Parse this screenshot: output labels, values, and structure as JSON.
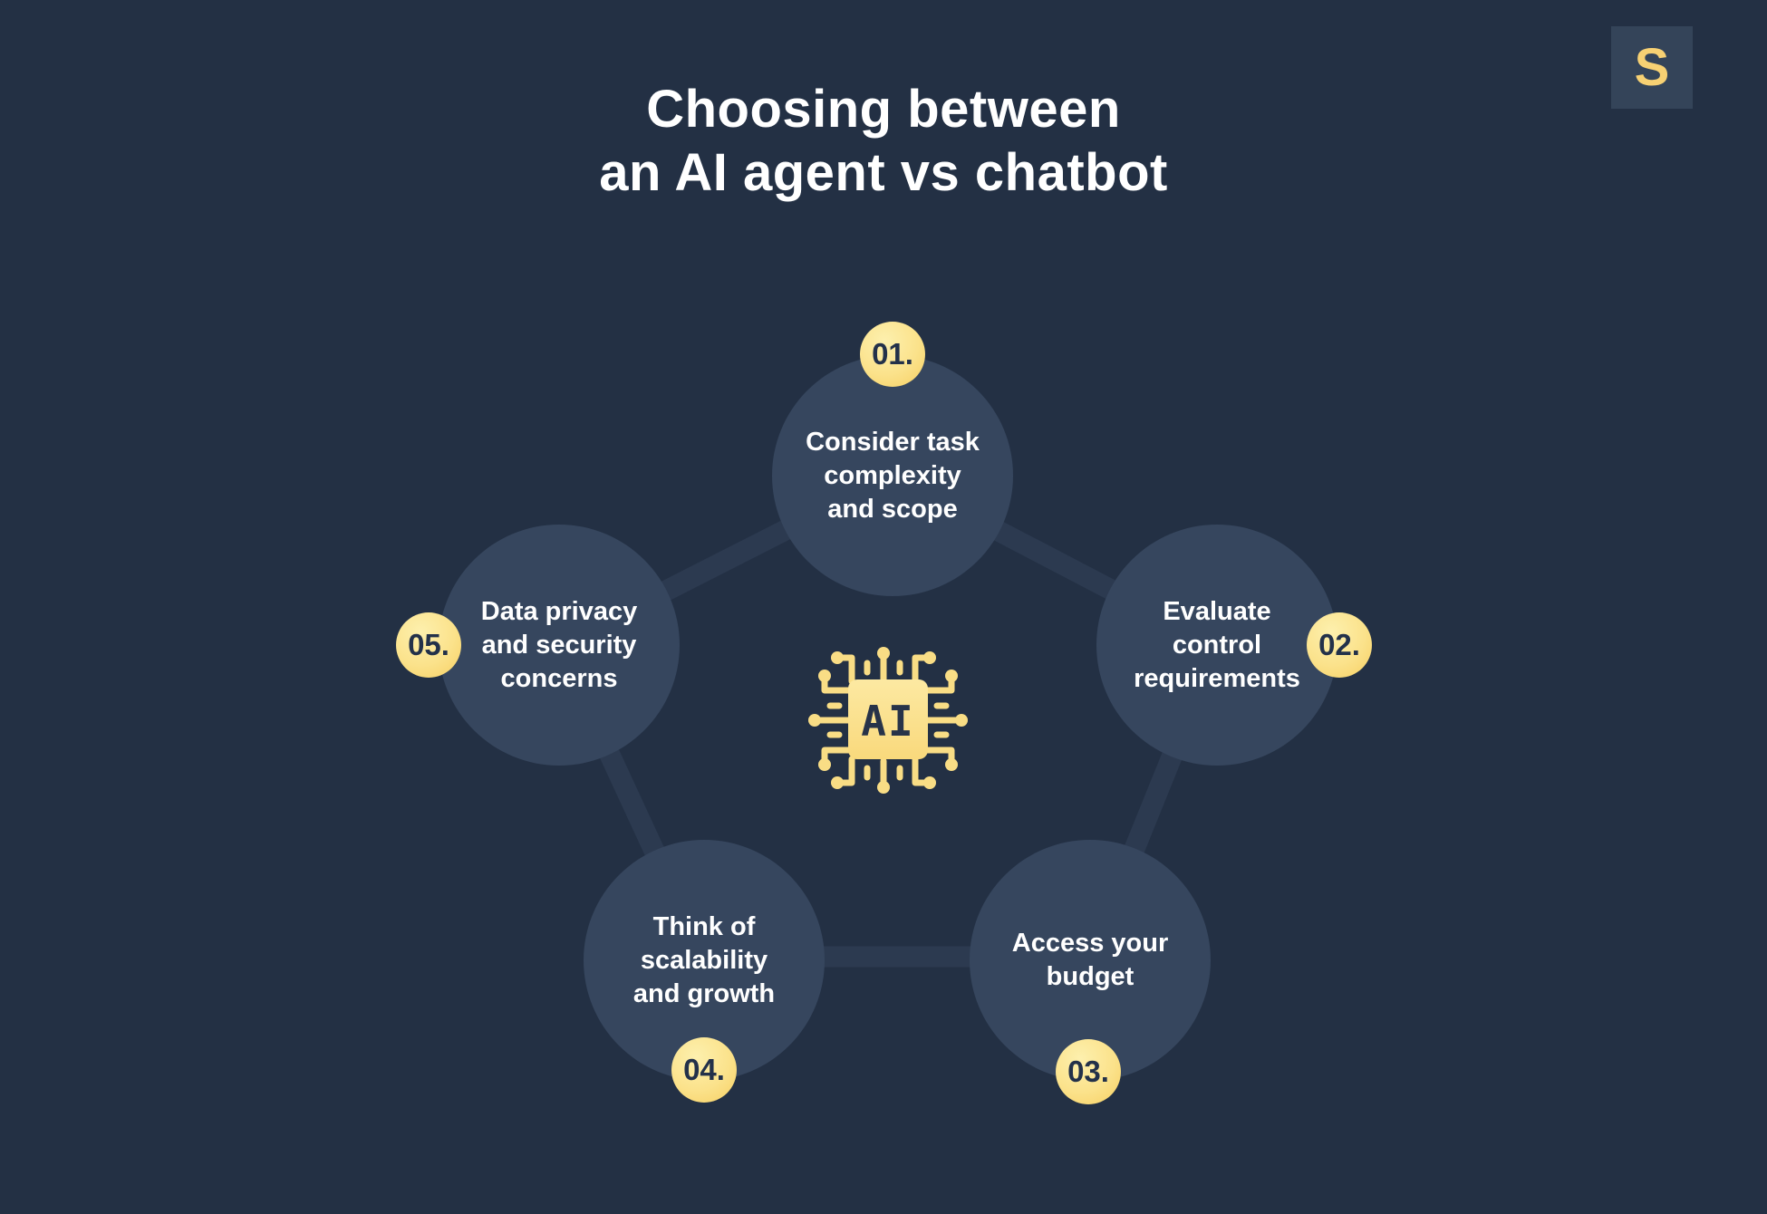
{
  "title": {
    "line1": "Choosing between",
    "line2": "an AI agent vs chatbot"
  },
  "logo": {
    "letter": "S"
  },
  "center_icon": {
    "label": "AI",
    "meaning": "ai-chip-circuit"
  },
  "steps": [
    {
      "number": "01.",
      "badge_position": "top",
      "lines": [
        "Consider task",
        "complexity",
        "and scope"
      ]
    },
    {
      "number": "02.",
      "badge_position": "right",
      "lines": [
        "Evaluate",
        "control",
        "requirements"
      ]
    },
    {
      "number": "03.",
      "badge_position": "bottom",
      "lines": [
        "Access your",
        "budget"
      ]
    },
    {
      "number": "04.",
      "badge_position": "bottom",
      "lines": [
        "Think of",
        "scalability",
        "and growth"
      ]
    },
    {
      "number": "05.",
      "badge_position": "left",
      "lines": [
        "Data privacy",
        "and security",
        "concerns"
      ]
    }
  ],
  "colors": {
    "background": "#233044",
    "node_circle": "#36465e",
    "connector": "#2c3a50",
    "accent_gold": "#f6cf62",
    "accent_gold_light": "#fdf0ae",
    "badge_text": "#23314a",
    "text": "#ffffff",
    "logo_square": "#344459"
  }
}
